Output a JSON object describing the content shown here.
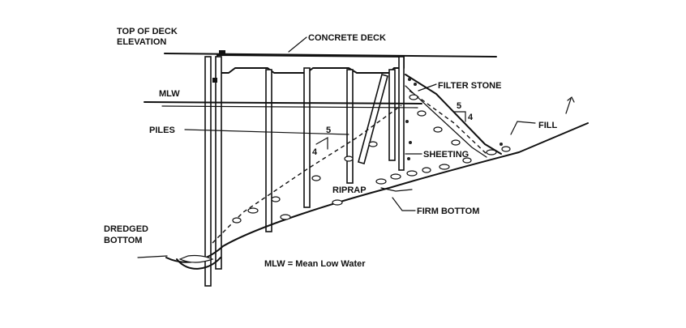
{
  "labels": {
    "top_of_deck_line1": "TOP OF DECK",
    "top_of_deck_line2": "ELEVATION",
    "concrete_deck": "CONCRETE DECK",
    "mlw": "MLW",
    "filter_stone": "FILTER STONE",
    "slope_upper_rise": "5",
    "slope_upper_run": "4",
    "fill": "FILL",
    "piles": "PILES",
    "slope_lower_rise": "5",
    "slope_lower_run": "4",
    "sheeting": "SHEETING",
    "riprap": "RIPRAP",
    "firm_bottom": "FIRM BOTTOM",
    "dredged_line1": "DREDGED",
    "dredged_line2": "BOTTOM",
    "legend": "MLW = Mean Low Water"
  }
}
